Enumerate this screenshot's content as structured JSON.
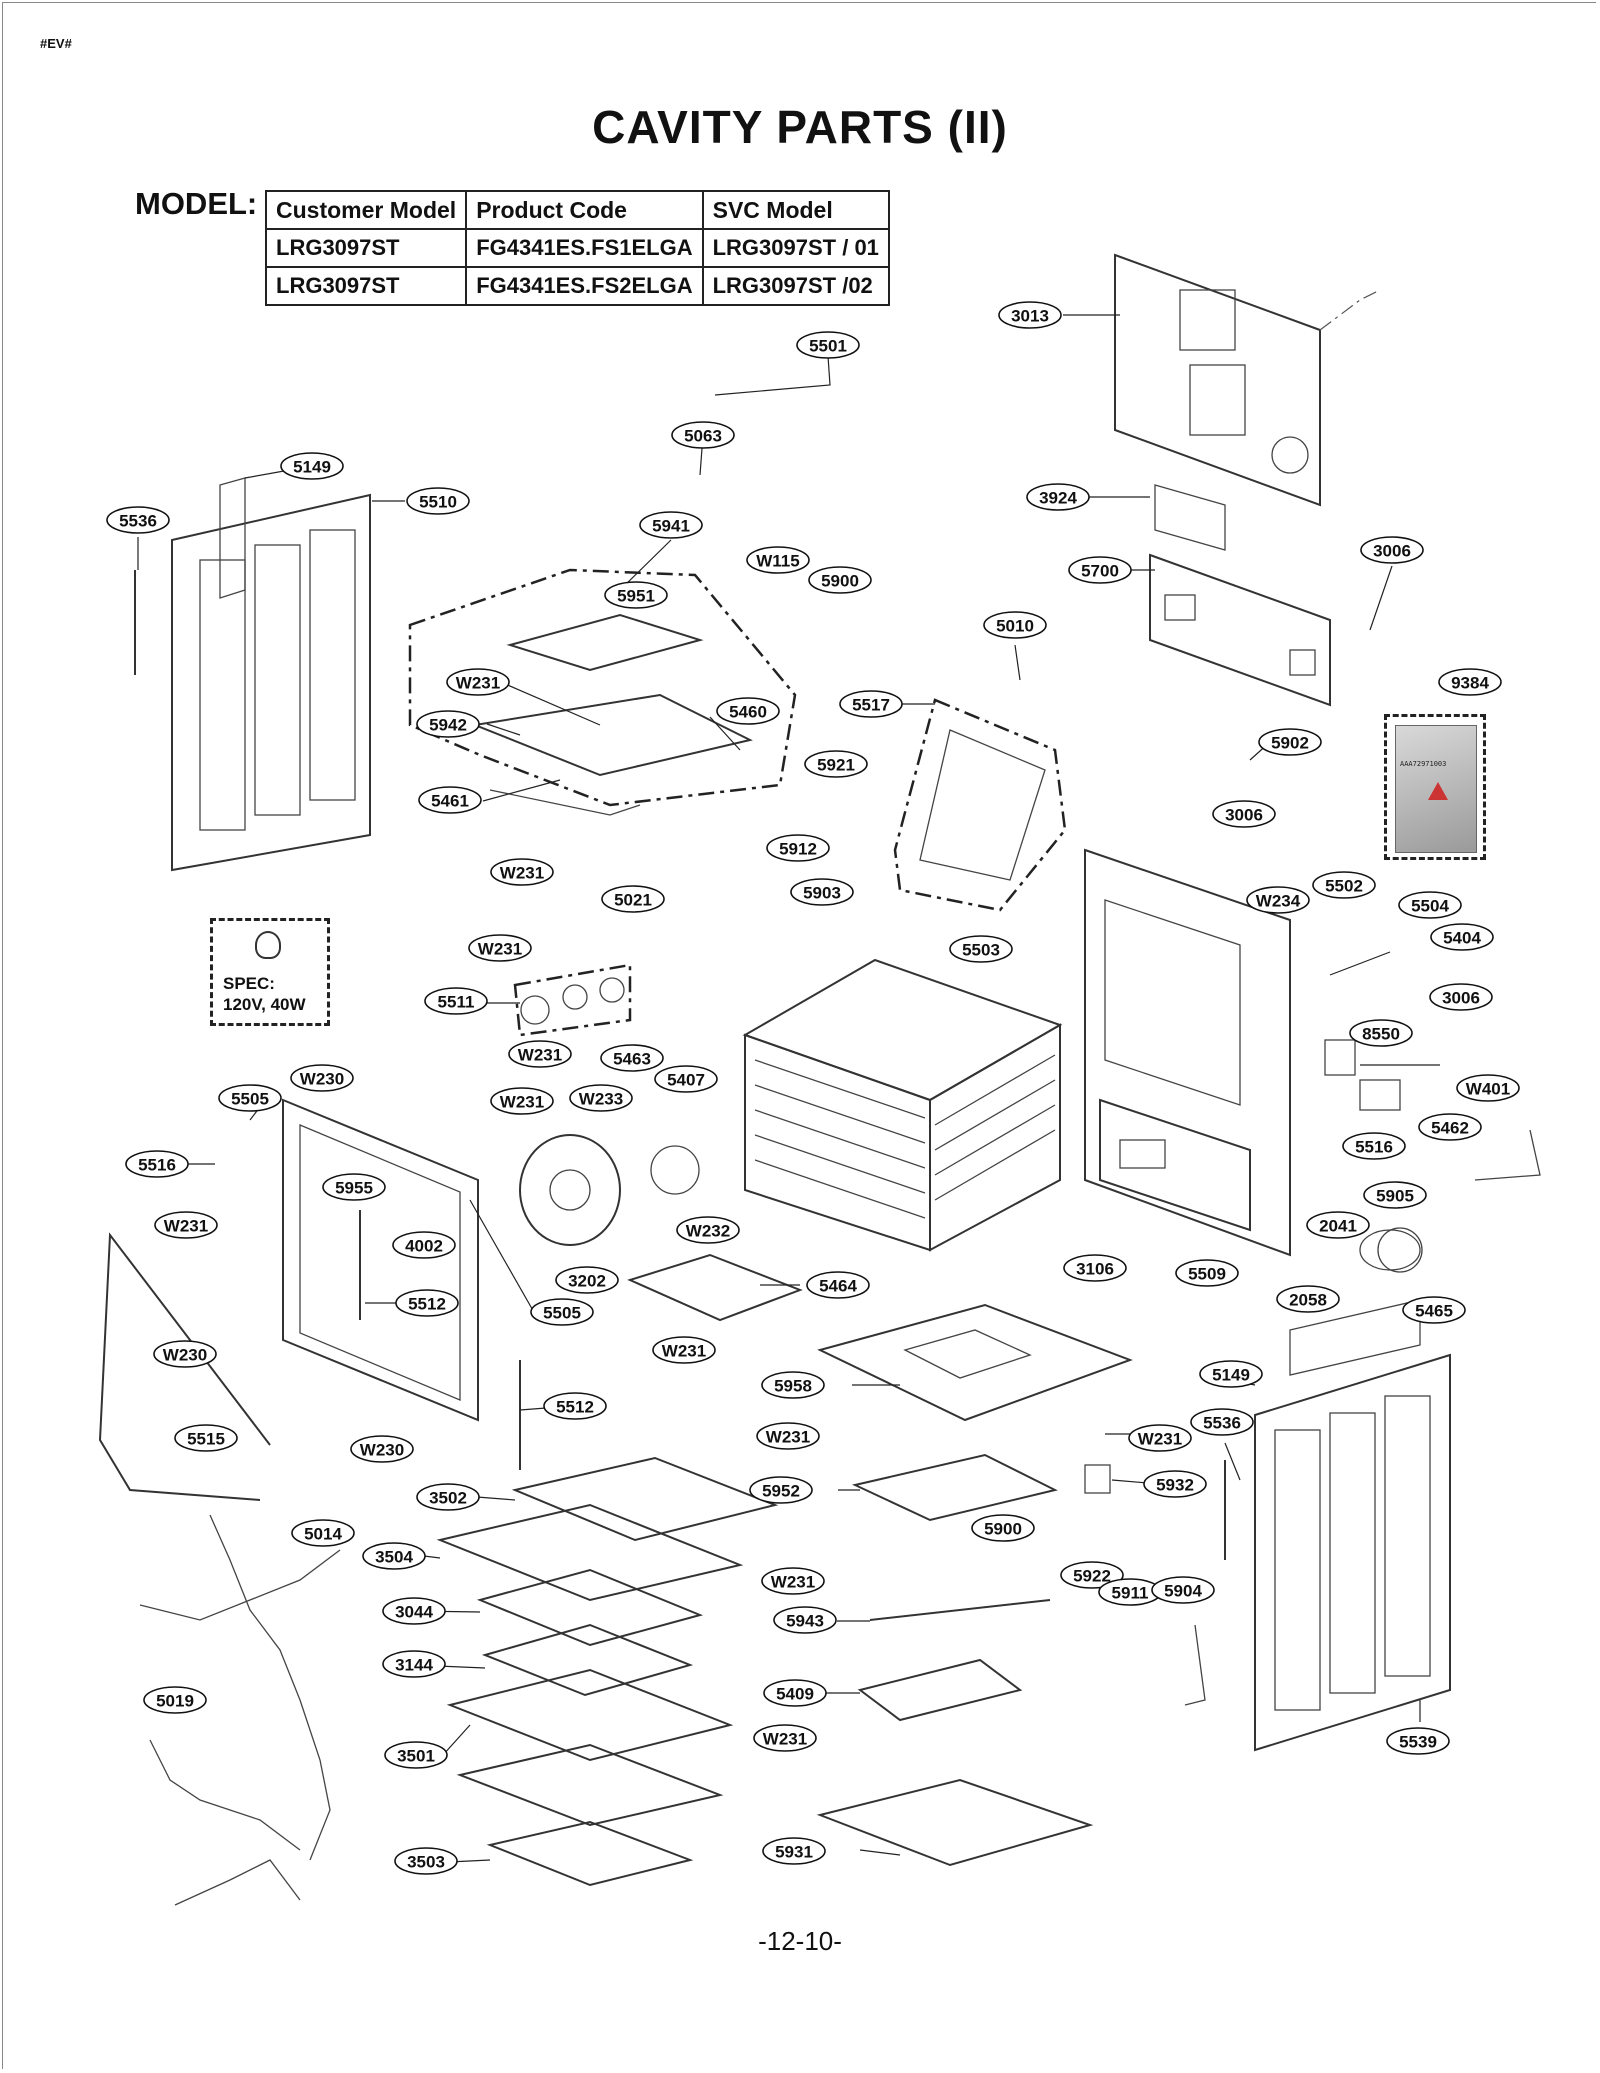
{
  "header_tag": "#EV#",
  "title": "CAVITY PARTS (II)",
  "model": {
    "label": "MODEL:",
    "columns": [
      "Customer Model",
      "Product Code",
      "SVC Model"
    ],
    "rows": [
      [
        "LRG3097ST",
        "FG4341ES.FS1ELGA",
        "LRG3097ST / 01"
      ],
      [
        "LRG3097ST",
        "FG4341ES.FS2ELGA",
        "LRG3097ST /02"
      ]
    ]
  },
  "spec": {
    "title": "SPEC:",
    "value": "120V, 40W"
  },
  "package_code": "AAA72971003",
  "callouts": [
    "5501",
    "3013",
    "5063",
    "5149",
    "5510",
    "5536",
    "3924",
    "5941",
    "W115",
    "5900",
    "5700",
    "3006",
    "5951",
    "5010",
    "9384",
    "W231",
    "5942",
    "5460",
    "5517",
    "5461",
    "5921",
    "5902",
    "5912",
    "3006",
    "W231",
    "5021",
    "5903",
    "W234",
    "5502",
    "5504",
    "5404",
    "W231",
    "5503",
    "5511",
    "3006",
    "W231",
    "5463",
    "8550",
    "5505",
    "W230",
    "5407",
    "W231",
    "W233",
    "W401",
    "5462",
    "5516",
    "5955",
    "5516",
    "4002",
    "5905",
    "W231",
    "W232",
    "2041",
    "3202",
    "3106",
    "5509",
    "5512",
    "5505",
    "5464",
    "2058",
    "5465",
    "W230",
    "W231",
    "5149",
    "5958",
    "5512",
    "5536",
    "5515",
    "W231",
    "W231",
    "W230",
    "5932",
    "3502",
    "5952",
    "5014",
    "5900",
    "3504",
    "5922",
    "W231",
    "5911",
    "5904",
    "3044",
    "5943",
    "3144",
    "5019",
    "5409",
    "W231",
    "3501",
    "5539",
    "5931",
    "3503"
  ],
  "page_number": "-12-10-"
}
